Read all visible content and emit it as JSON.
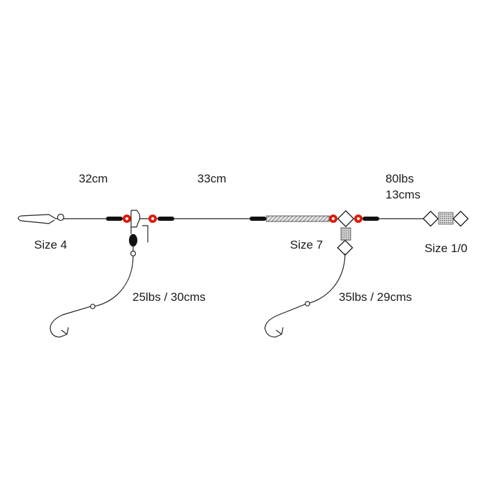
{
  "labels": {
    "main_left_length": "32cm",
    "main_mid_length": "33cm",
    "main_right_breaking_strain": "80lbs",
    "main_right_length": "13cms",
    "hook_left_size": "Size 4",
    "hook_mid_size": "Size 7",
    "swivel_right_size": "Size 1/0",
    "snood_left": "25lbs / 30cms",
    "snood_right": "35lbs / 29cms"
  },
  "colors": {
    "line": "#222222",
    "bead_red": "#e8200f",
    "sleeve_black": "#111111",
    "crimp_fill": "#bdbdbd",
    "background": "#ffffff"
  }
}
